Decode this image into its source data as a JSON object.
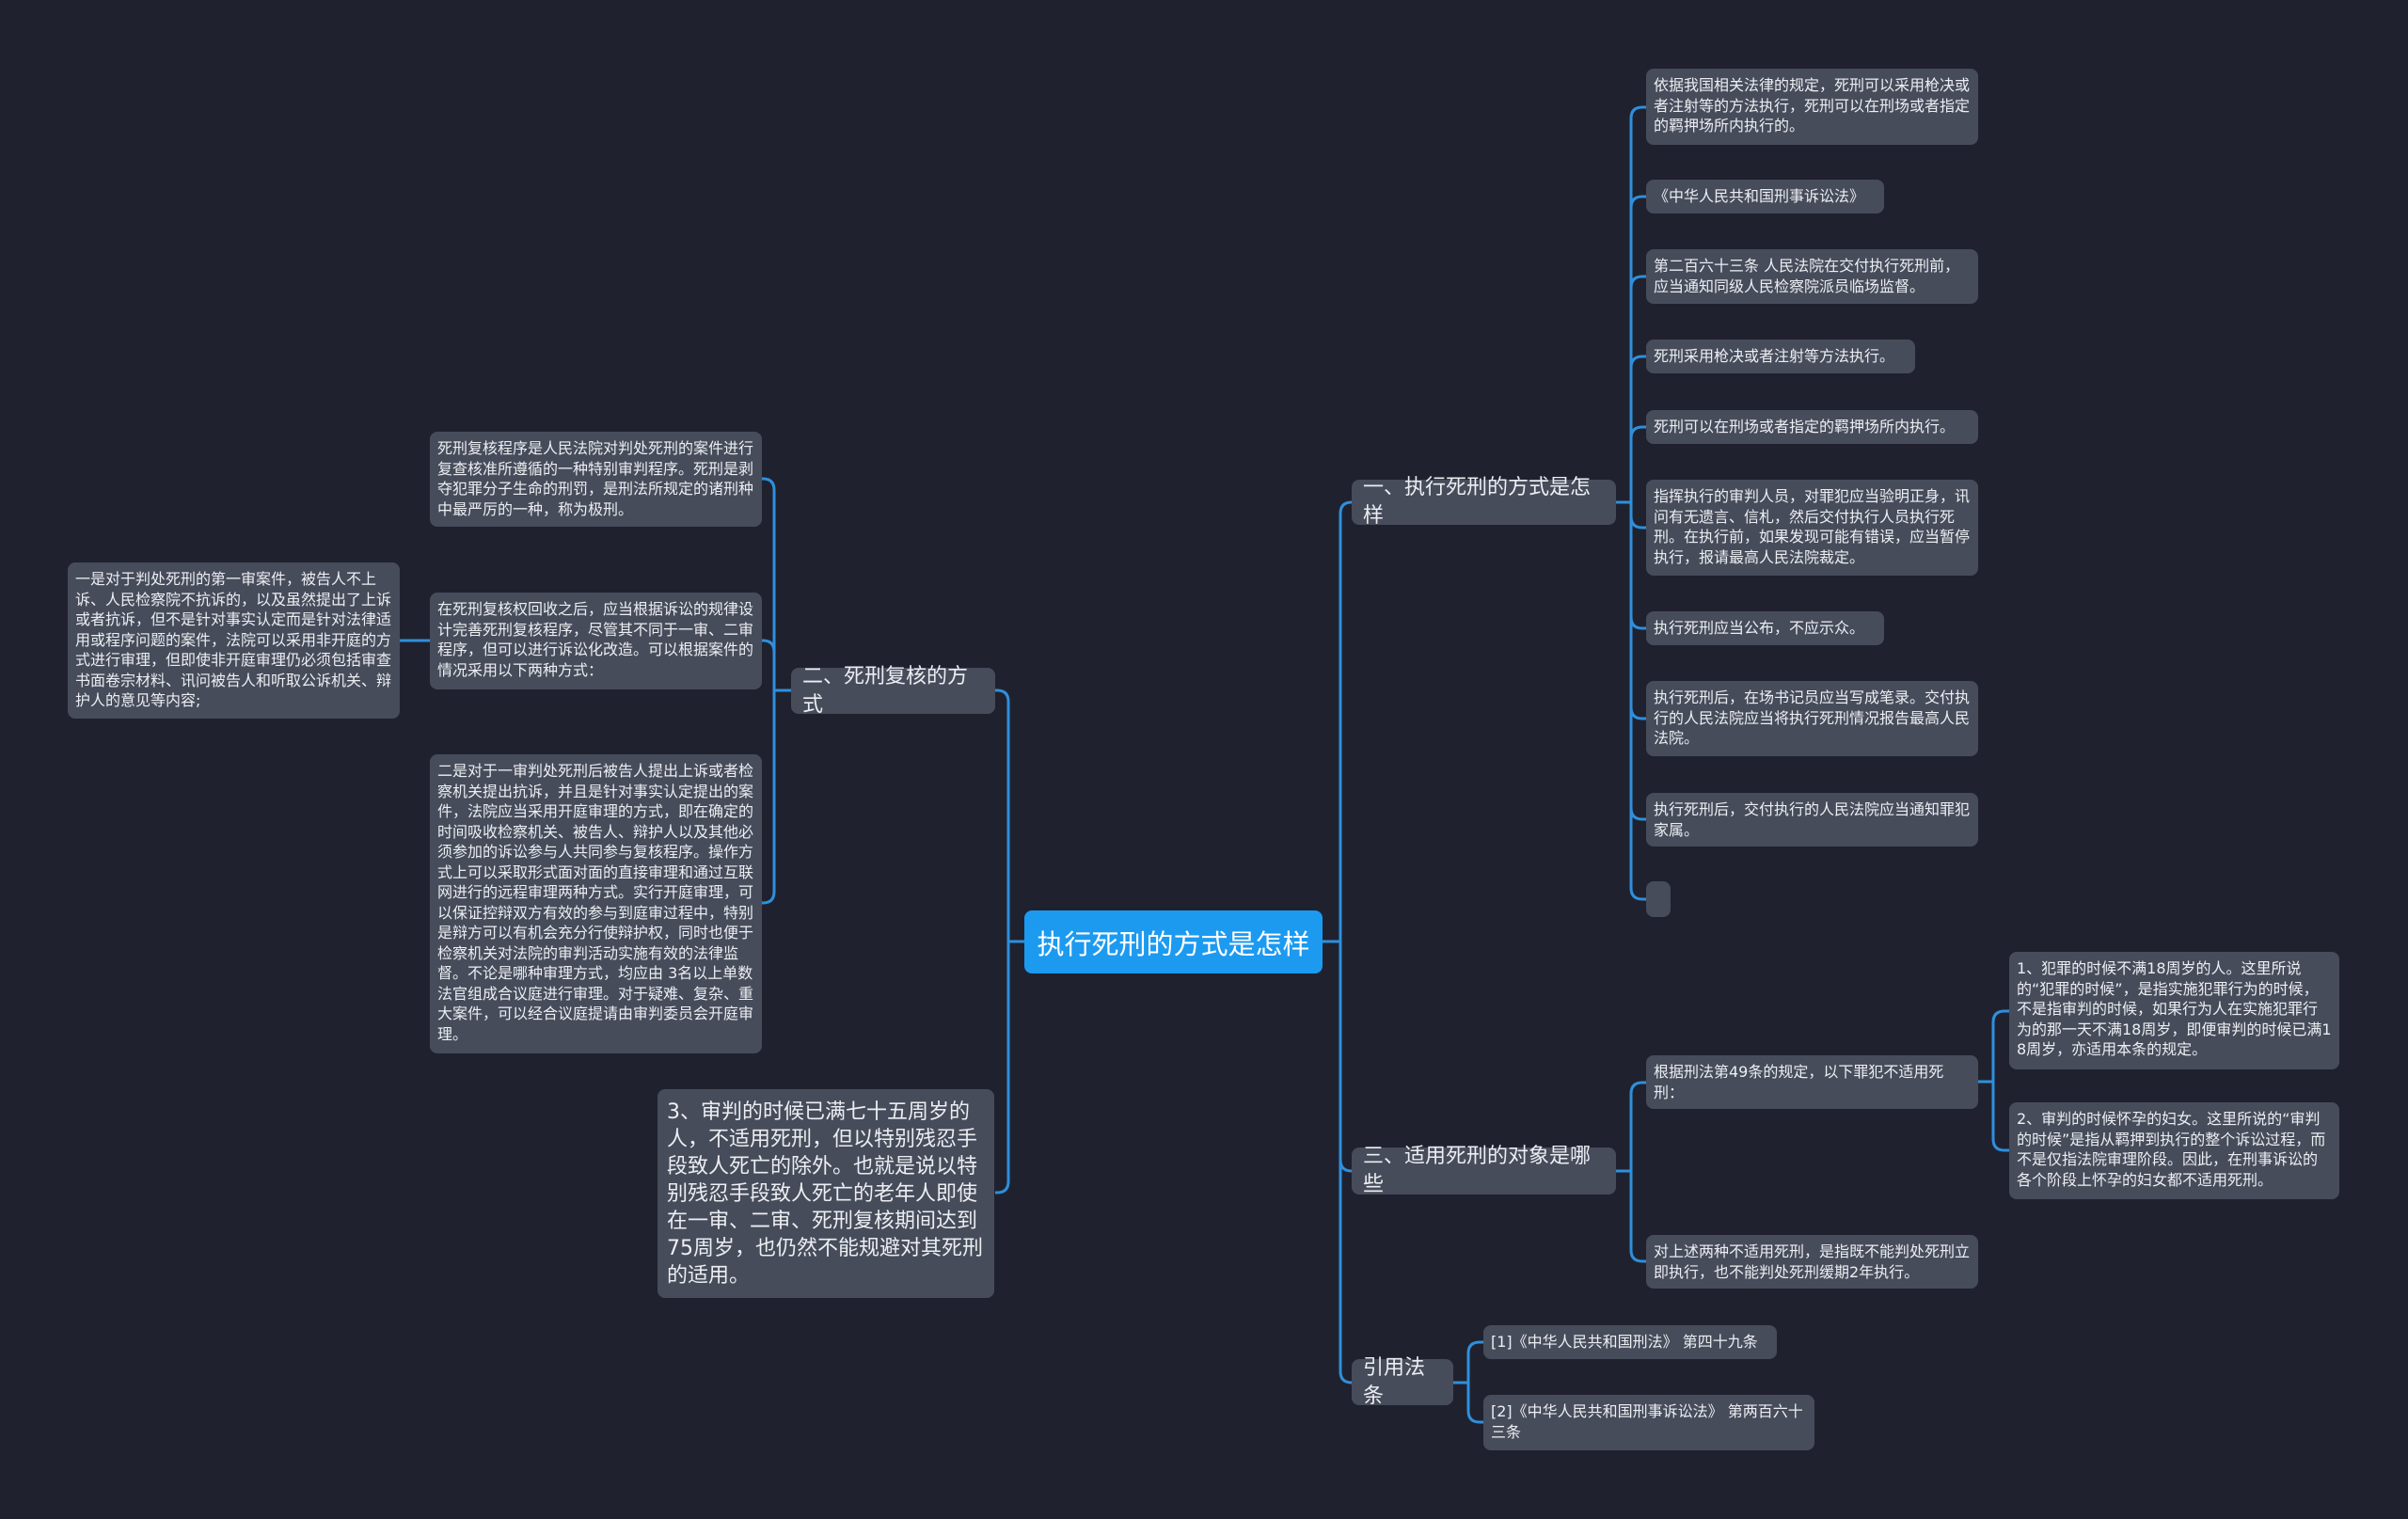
{
  "root": {
    "title": "执行死刑的方式是怎样"
  },
  "branch1": {
    "title": "一、执行死刑的方式是怎样",
    "items": [
      "依据我国相关法律的规定，死刑可以采用枪决或者注射等的方法执行，死刑可以在刑场或者指定的羁押场所内执行的。",
      "《中华人民共和国刑事诉讼法》",
      "第二百六十三条 人民法院在交付执行死刑前，应当通知同级人民检察院派员临场监督。",
      "死刑采用枪决或者注射等方法执行。",
      "死刑可以在刑场或者指定的羁押场所内执行。",
      "指挥执行的审判人员，对罪犯应当验明正身，讯问有无遗言、信札，然后交付执行人员执行死刑。在执行前，如果发现可能有错误，应当暂停执行，报请最高人民法院裁定。",
      "执行死刑应当公布，不应示众。",
      "执行死刑后，在场书记员应当写成笔录。交付执行的人民法院应当将执行死刑情况报告最高人民法院。",
      "执行死刑后，交付执行的人民法院应当通知罪犯家属。",
      ""
    ]
  },
  "branch2": {
    "title": "二、死刑复核的方式",
    "items": [
      "死刑复核程序是人民法院对判处死刑的案件进行复查核准所遵循的一种特别审判程序。死刑是剥夺犯罪分子生命的刑罚，是刑法所规定的诸刑种中最严厉的一种，称为极刑。",
      "在死刑复核权回收之后，应当根据诉讼的规律设计完善死刑复核程序，尽管其不同于一审、二审程序，但可以进行诉讼化改造。可以根据案件的情况采用以下两种方式：",
      "二是对于一审判处死刑后被告人提出上诉或者检察机关提出抗诉，并且是针对事实认定提出的案件，法院应当采用开庭审理的方式，即在确定的时间吸收检察机关、被告人、辩护人以及其他必须参加的诉讼参与人共同参与复核程序。操作方式上可以采取形式面对面的直接审理和通过互联网进行的远程审理两种方式。实行开庭审理，可以保证控辩双方有效的参与到庭审过程中，特别是辩方可以有机会充分行使辩护权，同时也便于检察机关对法院的审判活动实施有效的法律监督。不论是哪种审理方式，均应由 3名以上单数法官组成合议庭进行审理。对于疑难、复杂、重大案件，可以经合议庭提请由审判委员会开庭审理。"
    ],
    "sub_item": "一是对于判处死刑的第一审案件，被告人不上诉、人民检察院不抗诉的，以及虽然提出了上诉或者抗诉，但不是针对事实认定而是针对法律适用或程序问题的案件，法院可以采用非开庭的方式进行审理，但即使非开庭审理仍必须包括审查书面卷宗材料、讯问被告人和听取公诉机关、辩护人的意见等内容;"
  },
  "note": "3、审判的时候已满七十五周岁的人，不适用死刑，但以特别残忍手段致人死亡的除外。也就是说以特别残忍手段致人死亡的老年人即使在一审、二审、死刑复核期间达到75周岁，也仍然不能规避对其死刑的适用。",
  "branch3": {
    "title": "三、适用死刑的对象是哪些",
    "items": [
      "根据刑法第49条的规定，以下罪犯不适用死刑：",
      "对上述两种不适用死刑，是指既不能判处死刑立即执行，也不能判处死刑缓期2年执行。"
    ],
    "sub_items": [
      "1、犯罪的时候不满18周岁的人。这里所说的“犯罪的时候”，是指实施犯罪行为的时候，不是指审判的时候，如果行为人在实施犯罪行为的那一天不满18周岁，即便审判的时候已满18周岁，亦适用本条的规定。",
      "2、审判的时候怀孕的妇女。这里所说的“审判的时候”是指从羁押到执行的整个诉讼过程，而不是仅指法院审理阶段。因此，在刑事诉讼的各个阶段上怀孕的妇女都不适用死刑。"
    ]
  },
  "branch4": {
    "title": "引用法条",
    "items": [
      "[1]《中华人民共和国刑法》 第四十九条",
      "[2]《中华人民共和国刑事诉讼法》 第两百六十三条"
    ]
  },
  "colors": {
    "background": "#1f222e",
    "node": "#474c5b",
    "root": "#1c9af0",
    "link": "#2f8fdc"
  }
}
